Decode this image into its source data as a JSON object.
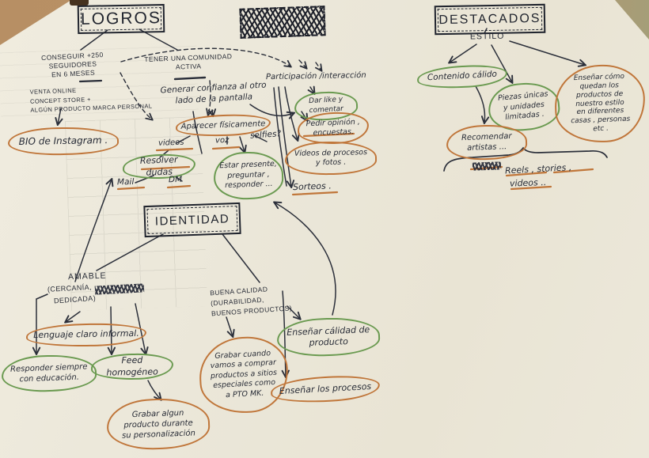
{
  "colors": {
    "ink": "#272b36",
    "orange_marker": "#c0763a",
    "green_marker": "#6a9a50",
    "paper": "#ebe7da",
    "desk": "#b5906a"
  },
  "boxes": {
    "logros": "LOGROS",
    "destacados": "DESTACADOS",
    "identidad": "IDENTIDAD"
  },
  "nodes": {
    "followers": "CONSEGUIR +250 SEGUIDORES\nEN 6 MESES",
    "community": "TENER UNA COMUNIDAD\nACTIVA",
    "venta": "VENTA ONLINE\nCONCEPT STORE +\nALGÚN PRODUCTO MARCA PERSONAL",
    "bio": "BIO de Instagram .",
    "confianza": "Generar confianza al otro\nlado de la pantalla",
    "aparecer": "Aparecer físicamente",
    "videos": "videos",
    "voz": "voz",
    "selfies": "selfies?",
    "participacion": "Participación /interacción",
    "dar_like": "Dar like y comentar",
    "pedir_opinion": "Pedir opinión ,\nencuestas.",
    "videos_procesos": "Videos de procesos\ny fotos .",
    "sorteos": "Sorteos .",
    "resolver_dudas": "Resolver dudas",
    "mail": "Mail",
    "dm": "DM",
    "estar_presente": "Estar presente,\npreguntar ,\nresponder ...",
    "amable": "AMABLE",
    "cercania": "(CERCANÍA,",
    "dedicada": "DEDICADA)",
    "lenguaje": "Lenguaje claro informal.",
    "responder_educacion": "Responder siempre\ncon educación.",
    "feed": "Feed homogéneo",
    "grabar_personalizacion": "Grabar algun\nproducto durante\nsu personalización",
    "buena_calidad": "BUENA CALIDAD\n(DURABILIDAD,\nBUENOS PRODUCTOS)",
    "grabar_comprar": "Grabar cuando\nvamos a comprar\nproductos a sitios\nespeciales como\na PTO MK.",
    "ensenar_calidad": "Enseñar cálidad de\nproducto",
    "ensenar_procesos": "Enseñar los procesos",
    "estilo": "ESTILO",
    "contenido_calido": "Contenido cálido",
    "piezas_unicas": "Piezas únicas\ny unidades\nlimitadas .",
    "ensenar_como": "Enseñar cómo\nquedan los\nproductos de\nnuestro estilo\nen diferentes\ncasas , personas\netc .",
    "recomendar": "Recomendar\nartistas ...",
    "reels_line1": "Reels , stories ,",
    "reels_line2": "videos .."
  }
}
